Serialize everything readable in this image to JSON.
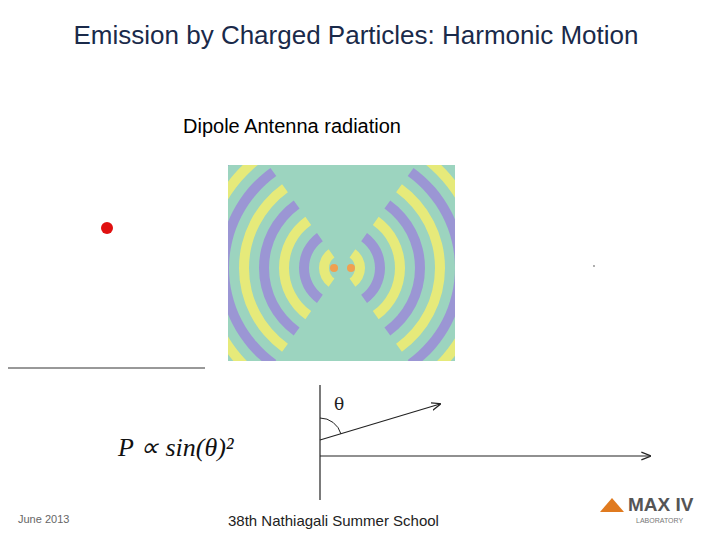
{
  "diagram": {
    "title": "Emission by Charged Particles: Harmonic Motion",
    "labels": [
      "Dipole Antenna radiation",
      "θ",
      "P ∝ sin(θ)²",
      "June 2013",
      "38th Nathiagali Summer School",
      "MAX IV",
      "LABORATORY"
    ]
  }
}
